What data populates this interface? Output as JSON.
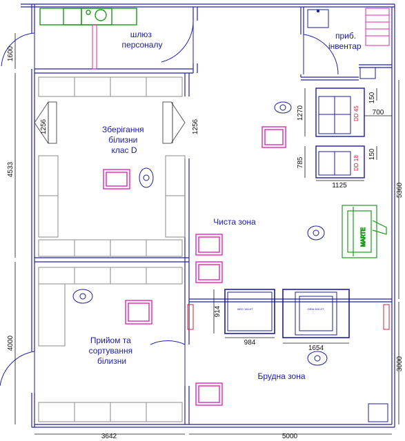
{
  "rooms": {
    "airlock": "шлюз\nперсоналу",
    "inventory": "приб.\nінвентар",
    "storage": "Зберігання\nбілизни\nклас D",
    "clean_zone": "Чиста зона",
    "reception": "Прийом та\nсортування\nбілизни",
    "dirty_zone": "Брудна зона"
  },
  "dimensions": {
    "d1600": "1600",
    "d4533": "4533",
    "d4000": "4000",
    "d1256_left": "1256",
    "d1256_right": "1256",
    "d1270": "1270",
    "d785": "785",
    "d150_top": "150",
    "d150_bottom": "150",
    "d700": "700",
    "d1125": "1125",
    "d5360": "5360",
    "d914": "914",
    "d984": "984",
    "d1654": "1654",
    "d3000": "3000",
    "d3642": "3642",
    "d5000": "5000"
  },
  "equipment": {
    "dd45": "DD 45",
    "dd18": "DD 18",
    "marte": "MARTE",
    "med": "MED 160-ET",
    "dbw": "DBW 600-ET",
    "red_left": "",
    "red_right": ""
  },
  "colors": {
    "wall": "#1f1fb0",
    "equipment": "#1a1aa6",
    "cart": "#e023b8",
    "green": "#1a9a1a",
    "label": "#1a1aa6",
    "red": "#d0202a"
  }
}
